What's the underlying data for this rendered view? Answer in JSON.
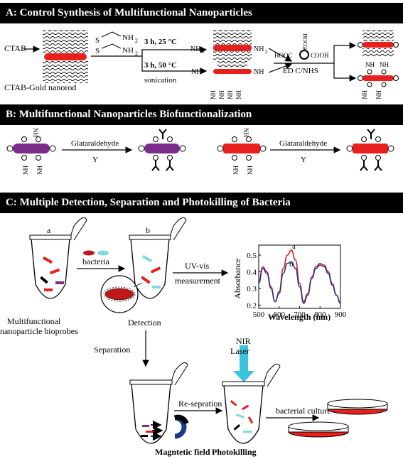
{
  "panels": {
    "a_title": "A: Control Synthesis of Multifunctional Nanoparticles",
    "b_title": "B:  Multifunctional Nanoparticles Biofunctionalization",
    "c_title": "C:  Multiple Detection, Separation and Photokilling of Bacteria"
  },
  "synthesis": {
    "ctab": "CTAB",
    "gold_nanorod": "CTAB-Gold nanorod",
    "nh2": "NH",
    "sub2": "2",
    "s": "S",
    "cond_top": "3 h, 25 °C",
    "cond_bottom": "3 h, 50 °C",
    "sonication": "sonication",
    "edc": "ED C/NHS",
    "hooc": "HOOC",
    "cooh": "COOH",
    "h2n": "H",
    "n": "N"
  },
  "biofunc": {
    "reagent": "Glataraldehyde",
    "y": "Y"
  },
  "detection": {
    "tube_a": "a",
    "tube_b": "b",
    "bacteria": "bacteria",
    "uvvis": "UV-vis",
    "measurement": "measurement",
    "bioprobes_1": "Multifunctional",
    "bioprobes_2": "nanoparticle bioprobes",
    "detection": "Detection",
    "separation": "Separation",
    "nir_1": "NIR",
    "nir_2": "Laser",
    "reseparation": "Re-sepration",
    "culture": "bacterial culture",
    "magnetic": "Magntetic field",
    "photokilling": "Photokilling"
  },
  "chart_data": {
    "type": "line",
    "xlabel": "Wavelength (nm)",
    "ylabel": "Absorbance",
    "xlim": [
      500,
      900
    ],
    "ylim": [
      0.18,
      0.56
    ],
    "xticks": [
      500,
      600,
      700,
      800,
      900
    ],
    "yticks": [
      0.2,
      0.3,
      0.4,
      0.5
    ],
    "series": [
      {
        "name": "a",
        "color": "#d42020",
        "x": [
          500,
          520,
          540,
          560,
          580,
          600,
          620,
          640,
          660,
          680,
          700,
          720,
          740,
          760,
          780,
          800,
          820,
          840,
          860,
          880,
          900
        ],
        "y": [
          0.34,
          0.43,
          0.4,
          0.31,
          0.22,
          0.28,
          0.42,
          0.5,
          0.53,
          0.47,
          0.33,
          0.22,
          0.27,
          0.37,
          0.43,
          0.45,
          0.44,
          0.4,
          0.33,
          0.26,
          0.21
        ]
      },
      {
        "name": "b",
        "color": "#2a3a8a",
        "x": [
          500,
          520,
          540,
          560,
          580,
          600,
          620,
          640,
          660,
          680,
          700,
          720,
          740,
          760,
          780,
          800,
          820,
          840,
          860,
          880,
          900
        ],
        "y": [
          0.33,
          0.42,
          0.39,
          0.3,
          0.22,
          0.27,
          0.39,
          0.45,
          0.46,
          0.42,
          0.31,
          0.21,
          0.26,
          0.36,
          0.42,
          0.44,
          0.43,
          0.39,
          0.32,
          0.26,
          0.21
        ]
      }
    ]
  },
  "colors": {
    "gold": "#e8201c",
    "purple": "#7b2b8a",
    "laser": "#3cc3e0",
    "header_bg": "#000000"
  }
}
